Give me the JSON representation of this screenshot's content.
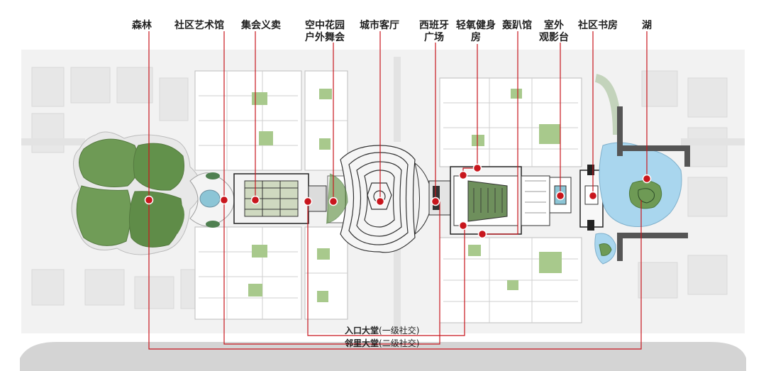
{
  "labels": {
    "forest": "森林",
    "art_hall": "社区艺术馆",
    "charity": "集会义卖",
    "garden_line1": "空中花园",
    "garden_line2": "户外舞会",
    "city_lounge": "城市客厅",
    "spanish_line1": "西班牙",
    "spanish_line2": "广场",
    "gym_line1": "轻氧健身",
    "gym_line2": "房",
    "party_hall": "轰趴馆",
    "cinema_line1": "室外",
    "cinema_line2": "观影台",
    "library": "社区书房",
    "lake": "湖"
  },
  "bottom": {
    "entrance_main": "入口大堂",
    "entrance_sub": "(一级社交)",
    "neighbor_main": "邻里大堂",
    "neighbor_sub": "(二级社交)"
  },
  "colors": {
    "marker": "#c8161d",
    "green": "#5e8a47",
    "water": "#a9d6ee"
  }
}
